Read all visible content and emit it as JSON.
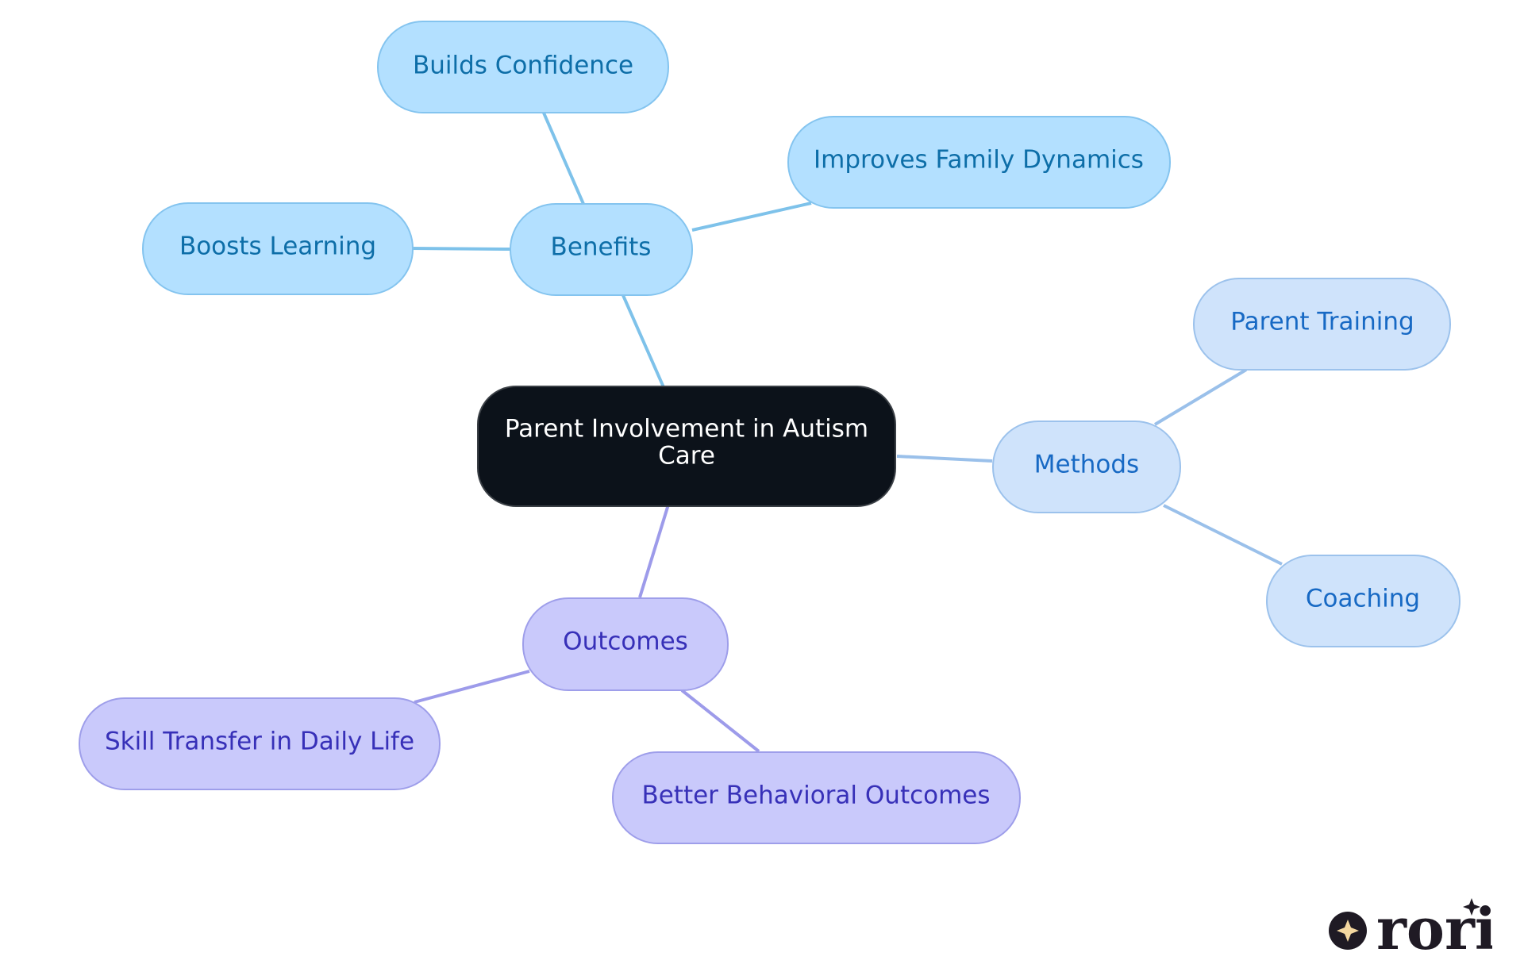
{
  "diagram": {
    "root": {
      "label_line1": "Parent Involvement in Autism",
      "label_line2": "Care"
    },
    "branches": {
      "benefits": {
        "label": "Benefits",
        "color": "#b3e0ff",
        "stroke": "#84c4ef",
        "edge": "#7ec2ea",
        "text": "#0d6ea8",
        "children": [
          "Builds Confidence",
          "Improves Family Dynamics",
          "Boosts Learning"
        ]
      },
      "methods": {
        "label": "Methods",
        "color": "#cfe3fb",
        "stroke": "#9cc2ec",
        "edge": "#9ac0ea",
        "text": "#1769c4",
        "children": [
          "Parent Training",
          "Coaching"
        ]
      },
      "outcomes": {
        "label": "Outcomes",
        "color": "#c9c9fb",
        "stroke": "#9e9eea",
        "edge": "#9d9bea",
        "text": "#3730b8",
        "children": [
          "Skill Transfer in Daily Life",
          "Better Behavioral Outcomes"
        ]
      }
    },
    "root_colors": {
      "fill": "#0c121a",
      "stroke": "#3a3f45"
    }
  },
  "logo": {
    "wordmark": "rori",
    "star_icon": "four-point-star-icon",
    "colors": {
      "dark": "#1f1a24",
      "star": "#f4d7a0"
    }
  }
}
